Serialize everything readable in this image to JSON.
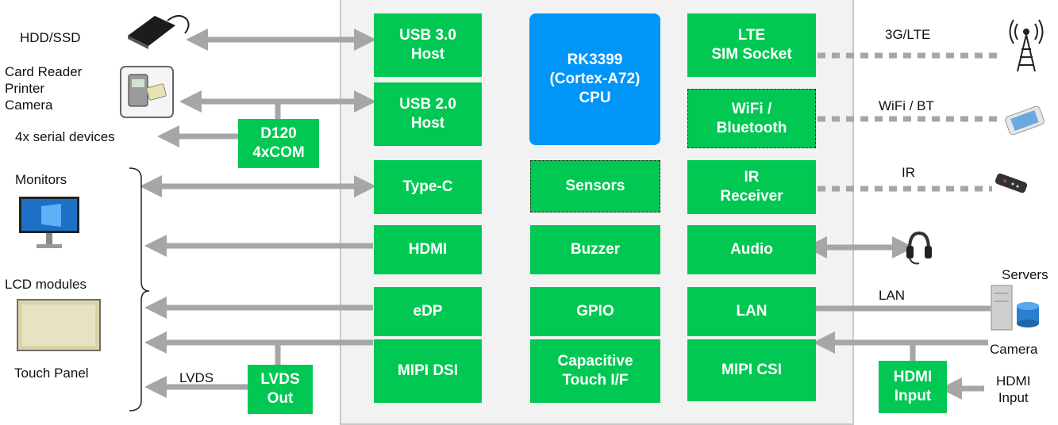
{
  "blocks": {
    "usb3": "USB 3.0\nHost",
    "usb2": "USB 2.0\nHost",
    "typec": "Type-C",
    "hdmi": "HDMI",
    "edp": "eDP",
    "mipi_dsi": "MIPI DSI",
    "cpu": "RK3399\n(Cortex-A72)\nCPU",
    "sensors": "Sensors",
    "buzzer": "Buzzer",
    "gpio": "GPIO",
    "cap_touch": "Capacitive\nTouch I/F",
    "lte": "LTE\nSIM Socket",
    "wifi": "WiFi /\nBluetooth",
    "ir": "IR\nReceiver",
    "audio": "Audio",
    "lan": "LAN",
    "mipi_csi": "MIPI CSI",
    "d120": "D120\n4xCOM",
    "lvds_out": "LVDS\nOut",
    "hdmi_input": "HDMI\nInput"
  },
  "labels": {
    "hdd": "HDD/SSD",
    "card_reader": "Card Reader\nPrinter\nCamera",
    "serial": "4x serial devices",
    "monitors": "Monitors",
    "lcd": "LCD modules",
    "touch_panel": "Touch Panel",
    "lvds": "LVDS",
    "lte3g": "3G/LTE",
    "wifi_bt": "WiFi / BT",
    "ir": "IR",
    "servers": "Servers",
    "lan": "LAN",
    "camera": "Camera",
    "hdmi_in": "HDMI\nInput"
  },
  "colors": {
    "block_green": "#00c853",
    "cpu_blue": "#0095f6",
    "arrow_gray": "#a6a6a6",
    "board_bg": "#f2f2f2"
  },
  "icons": [
    "hdd-icon",
    "card-reader-icon",
    "monitor-icon",
    "lcd-panel-icon",
    "antenna-tower-icon",
    "smartphone-icon",
    "remote-control-icon",
    "headset-icon",
    "server-icon"
  ]
}
